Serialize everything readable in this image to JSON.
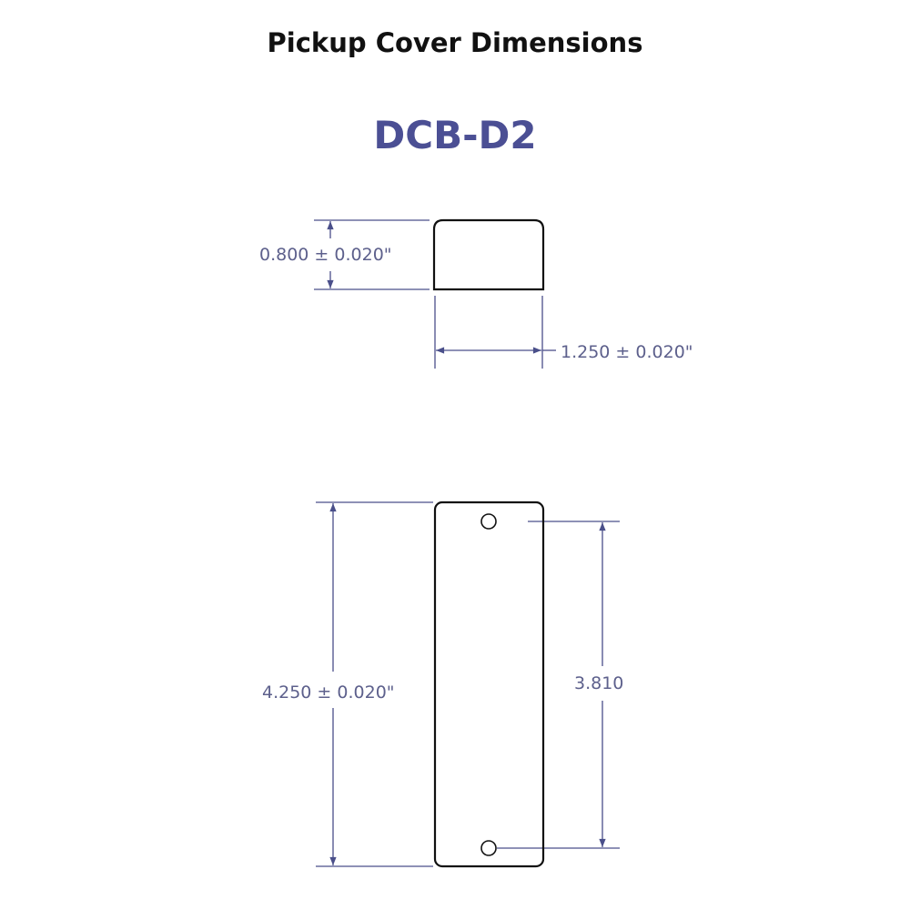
{
  "title": "Pickup Cover Dimensions",
  "model": "DCB-D2",
  "dimensions": {
    "height": "0.800 ± 0.020\"",
    "width": "1.250 ± 0.020\"",
    "length": "4.250 ± 0.020\"",
    "hole_spacing": "3.810"
  },
  "colors": {
    "dimension": "#4a4f8a",
    "model": "#4b4f94",
    "outline": "#111111"
  }
}
